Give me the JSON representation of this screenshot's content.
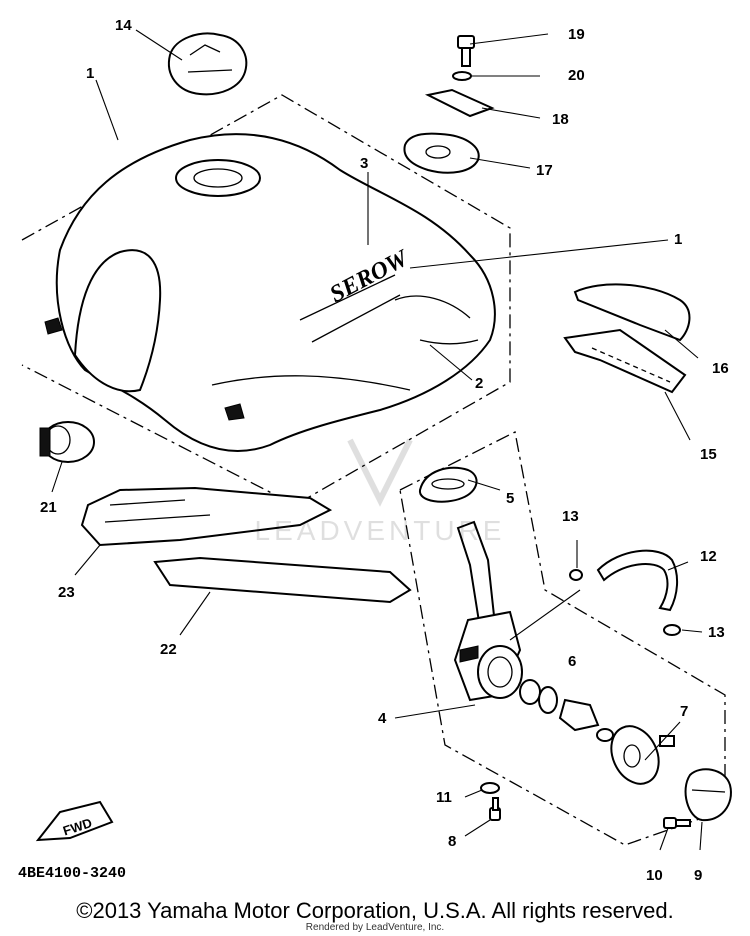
{
  "diagram": {
    "callouts": {
      "c1a": "1",
      "c1b": "1",
      "c2": "2",
      "c3": "3",
      "c4": "4",
      "c5": "5",
      "c6": "6",
      "c7": "7",
      "c8": "8",
      "c9": "9",
      "c10": "10",
      "c11": "11",
      "c12": "12",
      "c13a": "13",
      "c13b": "13",
      "c14": "14",
      "c15": "15",
      "c16": "16",
      "c17": "17",
      "c18": "18",
      "c19": "19",
      "c20": "20",
      "c21": "21",
      "c22": "22",
      "c23": "23"
    },
    "tank_logo_text": "SEROW",
    "fwd_label": "FWD",
    "diagram_code": "4BE4100-3240"
  },
  "footer": {
    "copyright": "©2013 Yamaha Motor Corporation, U.S.A. All rights reserved.",
    "rendered_by": "Rendered by LeadVenture, Inc."
  },
  "watermark": {
    "text": "LEADVENTURE"
  }
}
